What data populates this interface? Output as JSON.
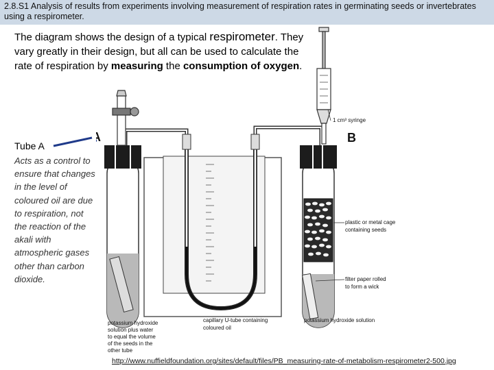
{
  "header": {
    "title": "2.8.S1 Analysis of results from experiments involving measurement of respiration rates in germinating seeds or invertebrates using a respirometer."
  },
  "intro": {
    "p1": "The diagram shows the design of a typical ",
    "keyword": "respirometer",
    "p2": ". They vary greatly in their design, but all can be used to calculate the rate of respiration by ",
    "measuring": "measuring",
    "p3": " the ",
    "consumption": "consumption of oxygen",
    "p4": "."
  },
  "tube_a": {
    "title": "Tube A",
    "description": "Acts as a control to ensure that changes in the level of coloured oil are due to respiration, not the reaction of the akali with atmospheric gases other than carbon dioxide."
  },
  "diagram": {
    "label_a": "A",
    "label_b": "B",
    "syringe": "1 cm³ syringe",
    "cage_line1": "plastic or metal cage",
    "cage_line2": "containing seeds",
    "filter_line1": "filter paper rolled",
    "filter_line2": "to form a wick",
    "koh_b": "potassium hydroxide solution",
    "utube_line1": "capillary U-tube containing",
    "utube_line2": "coloured oil",
    "koh_a_lines": [
      "potassium hydroxide",
      "solution plus water",
      "to equal the volume",
      "of the seeds in the",
      "other tube"
    ]
  },
  "source": {
    "url": "http://www.nuffieldfoundation.org/sites/default/files/PB_measuring-rate-of-metabolism-respirometer2-500.jpg"
  },
  "colors": {
    "header_bg": "#cdd9e6",
    "arrow": "#1f3a8a"
  }
}
